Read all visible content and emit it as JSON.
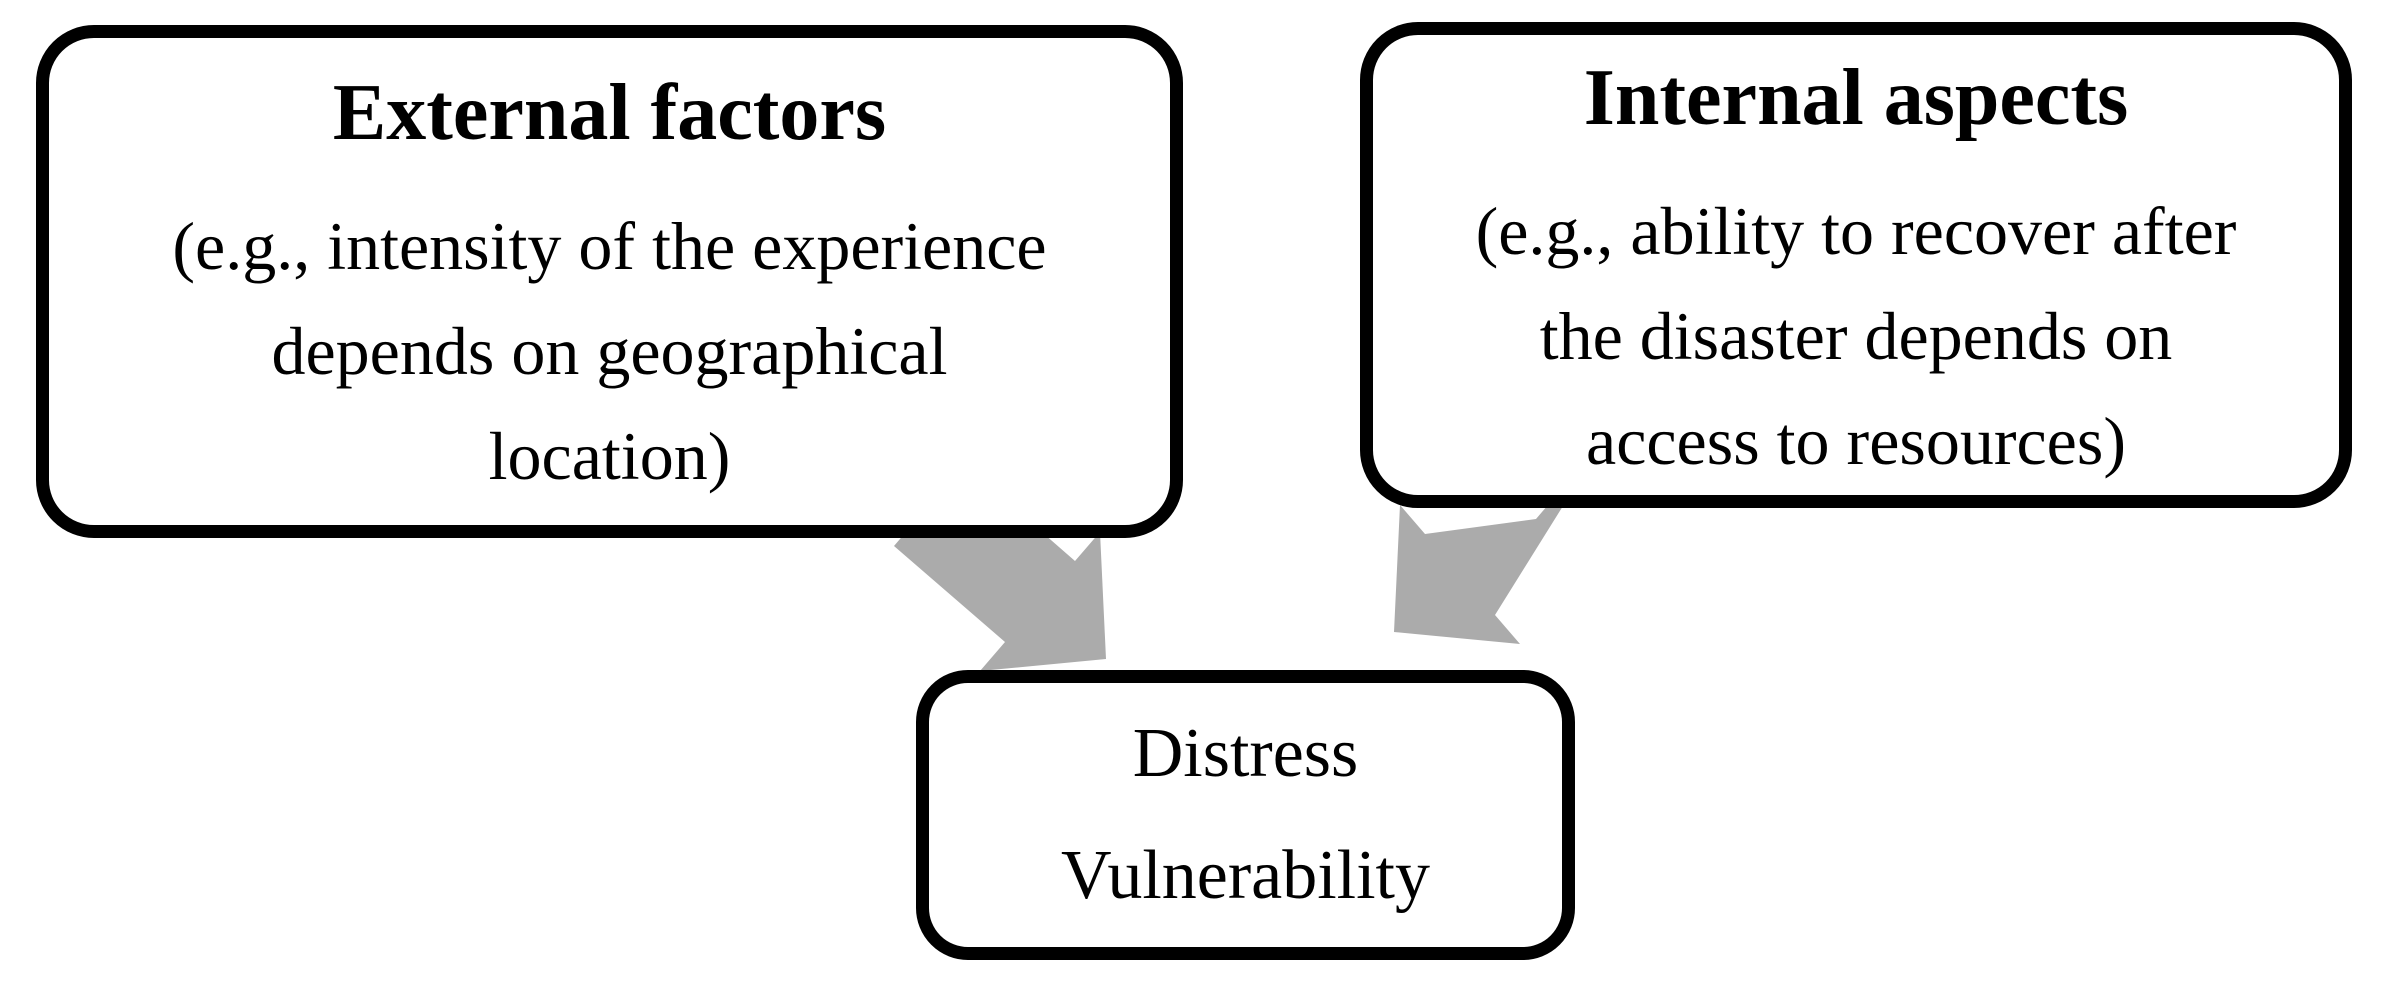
{
  "diagram": {
    "background_color": "#ffffff",
    "box_border_color": "#000000",
    "text_color": "#000000",
    "arrow_color": "#ababab",
    "boxes": {
      "external": {
        "title": "External factors",
        "lines": [
          "(e.g., intensity of the experience",
          "depends on geographical",
          "location)"
        ]
      },
      "internal": {
        "title": "Internal aspects",
        "lines": [
          "(e.g., ability to recover after",
          "the disaster depends on",
          "access to resources)"
        ]
      },
      "outcome": {
        "lines": [
          "Distress",
          "Vulnerability"
        ]
      }
    },
    "arrows": [
      {
        "name": "external-to-outcome",
        "direction": "down-right"
      },
      {
        "name": "internal-to-outcome",
        "direction": "down-left"
      }
    ]
  }
}
